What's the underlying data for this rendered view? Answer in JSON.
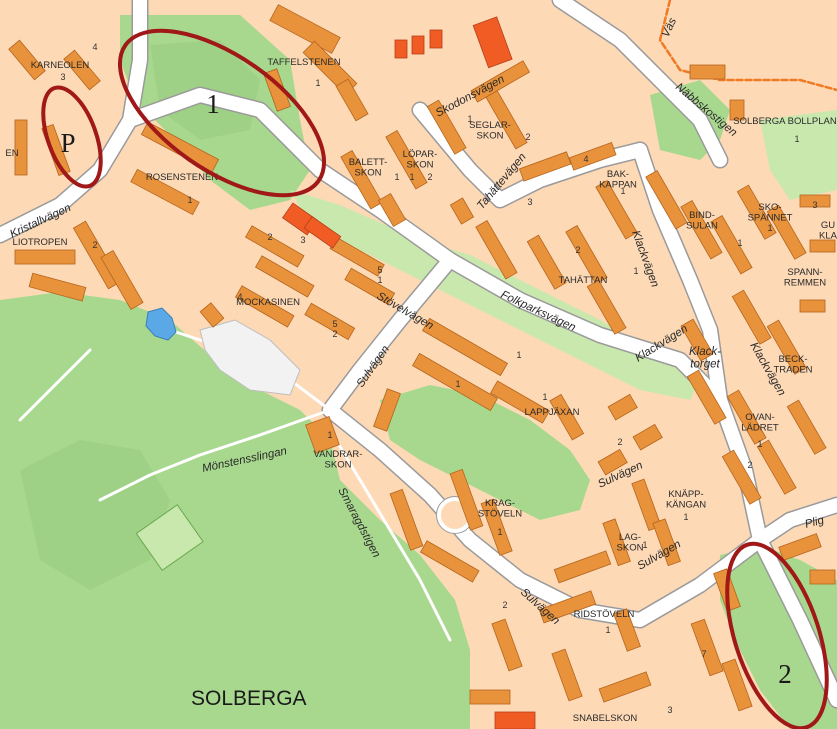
{
  "map": {
    "area_label": "SOLBERGA",
    "colors": {
      "forest": "#a8d88e",
      "forest_dark": "#93c97a",
      "park": "#c9e8ae",
      "plot": "#fdd9b6",
      "building": "#e8923c",
      "building_red": "#f05c24",
      "road": "#ffffff",
      "road_edge": "#9a9a9a",
      "water": "#5aa9e6",
      "annotation": "#a01818",
      "rail": "#f07a24"
    },
    "annotations": [
      {
        "label": "1"
      },
      {
        "label": "P"
      },
      {
        "label": "2"
      }
    ],
    "roads": [
      {
        "name": "Kristallvägen"
      },
      {
        "name": "Skodonsvägen"
      },
      {
        "name": "Tahättevägen"
      },
      {
        "name": "Näbbskostigen"
      },
      {
        "name": "Klackvägen"
      },
      {
        "name": "Klackvägen"
      },
      {
        "name": "Klackvägen"
      },
      {
        "name": "Folkparksvägen"
      },
      {
        "name": "Stövelvägen"
      },
      {
        "name": "Sulvägen"
      },
      {
        "name": "Sulvägen"
      },
      {
        "name": "Sulvägen"
      },
      {
        "name": "Sulvägen"
      },
      {
        "name": "Mönstensslingan"
      },
      {
        "name": "Smaragdstigen"
      },
      {
        "name": "Väs"
      },
      {
        "name": "Plig"
      }
    ],
    "blocks": [
      {
        "name": "KARNEOLEN"
      },
      {
        "name": "TAFFELSTENEN"
      },
      {
        "name": "ROSENSTENEN"
      },
      {
        "name": "LIOTROPEN"
      },
      {
        "name": "SEGLAR-\nSKON"
      },
      {
        "name": "LÖPAR-\nSKON"
      },
      {
        "name": "BALETT-\nSKON"
      },
      {
        "name": "BAK-\nKAPPAN"
      },
      {
        "name": "SOLBERGA BOLLPLAN"
      },
      {
        "name": "BIND-\nSULAN"
      },
      {
        "name": "SKO-\nSPÄNNET"
      },
      {
        "name": "GU\nKLA"
      },
      {
        "name": "SPANN-\nREMMEN"
      },
      {
        "name": "TAHÄTTAN"
      },
      {
        "name": "MOCKASINEN"
      },
      {
        "name": "BECK-\nTRADEN"
      },
      {
        "name": "OVAN-\nLÄDRET"
      },
      {
        "name": "LAPPJÄXAN"
      },
      {
        "name": "VANDRAR-\nSKON"
      },
      {
        "name": "KRAG-\nSTÖVELN"
      },
      {
        "name": "KNÄPP-\nKÄNGAN"
      },
      {
        "name": "LAG-\nSKON"
      },
      {
        "name": "RIDSTÖVELN"
      },
      {
        "name": "SNABELSKON"
      },
      {
        "name": "EN"
      },
      {
        "name": "Klack-\ntorget"
      }
    ],
    "plot_numbers": [
      "4",
      "3",
      "1",
      "1",
      "2",
      "1",
      "2",
      "1",
      "1",
      "2",
      "4",
      "3",
      "2",
      "1",
      "3",
      "5\n1",
      "4",
      "5\n2",
      "1",
      "1",
      "1",
      "1",
      "2",
      "1",
      "1",
      "1",
      "2",
      "1",
      "1",
      "2",
      "1",
      "3",
      "7",
      "1",
      "3",
      "2",
      "1",
      "1"
    ]
  }
}
